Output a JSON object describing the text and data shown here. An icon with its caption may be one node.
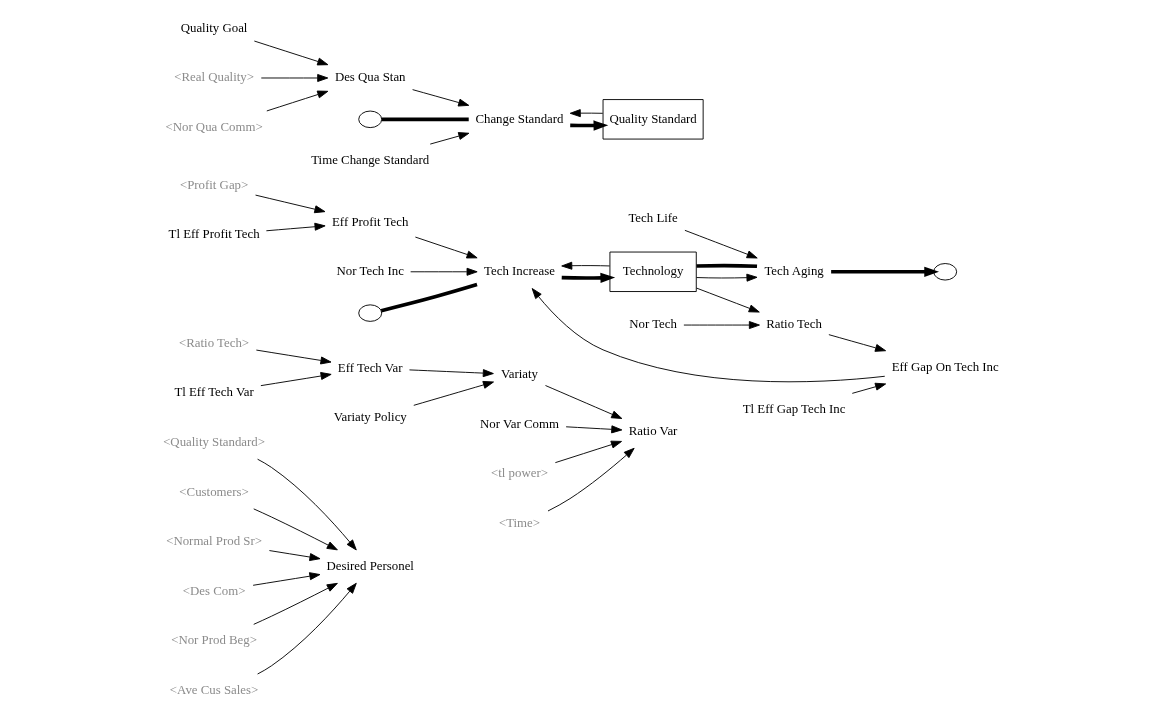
{
  "diagram": {
    "nodes": [
      {
        "text": [
          "<Quality Standard>"
        ]
      },
      {
        "text": [
          "<Customers>"
        ]
      },
      {
        "text": [
          "Desired Personel"
        ]
      },
      {
        "text": [
          "<Normal Prod Sr>"
        ]
      },
      {
        "text": [
          "<Des Com>"
        ]
      },
      {
        "text": [
          "<Nor Prod Beg>"
        ]
      },
      {
        "text": [
          "<Ave Cus Sales>"
        ]
      },
      {
        "text": [
          "<Ratio Tech>"
        ]
      },
      {
        "text": [
          "Eff Tech Var"
        ]
      },
      {
        "text": [
          "Variaty Policy"
        ]
      },
      {
        "text": [
          "Tl Eff Tech Var"
        ]
      },
      {
        "text": [
          "Variaty"
        ]
      },
      {
        "text": [
          "Nor Var Comm"
        ]
      },
      {
        "text": [
          "Ratio Var"
        ]
      },
      {
        "text": [
          "<tl power>"
        ]
      },
      {
        "text": [
          "<Time>"
        ]
      },
      {
        "text": [
          "<Profit Gap>"
        ]
      },
      {
        "text": [
          "Eff Profit Tech"
        ]
      },
      {
        "text": [
          "Tl Eff Profit Tech"
        ]
      },
      {
        "text": [
          "Tech Life"
        ]
      },
      {
        "text": [
          "Nor Tech Inc"
        ]
      },
      {
        "text": [],
        "shape": "cloud"
      },
      {
        "text": [
          "Tech Aging"
        ]
      },
      {
        "text": [
          "Technology"
        ]
      },
      {
        "text": [
          "Tech Increase"
        ]
      },
      {
        "text": [],
        "shape": "cloud"
      },
      {
        "text": [
          "Quality Goal"
        ]
      },
      {
        "text": [
          "<Real Quality>"
        ]
      },
      {
        "text": [
          "Des Qua Stan"
        ]
      },
      {
        "text": [
          "<Nor Qua Comm>"
        ]
      },
      {
        "text": [
          "Eff Gap On Tech Inc"
        ]
      },
      {
        "text": [
          "Ratio Tech"
        ]
      },
      {
        "text": [
          "Quality Standard"
        ]
      },
      {
        "text": [
          "Change Standard"
        ]
      },
      {
        "text": [],
        "shape": "cloud"
      },
      {
        "text": [
          "Tl Eff Gap Tech Inc"
        ]
      },
      {
        "text": [
          "Nor Tech"
        ]
      },
      {
        "text": [
          "Time Change Standard"
        ]
      }
    ],
    "edges": [
      {
        "from": 0,
        "to": 2,
        "arrow": "to"
      },
      {
        "from": 1,
        "to": 2,
        "arrow": "to"
      },
      {
        "from": 3,
        "to": 2,
        "arrow": "to"
      },
      {
        "from": 4,
        "to": 2,
        "arrow": "to"
      },
      {
        "from": 5,
        "to": 2,
        "arrow": "to"
      },
      {
        "from": 6,
        "to": 2,
        "arrow": "to"
      },
      {
        "from": 7,
        "to": 8,
        "arrow": "to"
      },
      {
        "from": 10,
        "to": 8,
        "arrow": "to"
      },
      {
        "from": 8,
        "to": 11,
        "arrow": "to"
      },
      {
        "from": 9,
        "to": 11,
        "arrow": "to"
      },
      {
        "from": 11,
        "to": 13,
        "arrow": "to"
      },
      {
        "from": 12,
        "to": 13,
        "arrow": "to"
      },
      {
        "from": 14,
        "to": 13,
        "arrow": "to"
      },
      {
        "from": 15,
        "to": 13,
        "arrow": "to"
      },
      {
        "from": 16,
        "to": 17,
        "arrow": "to"
      },
      {
        "from": 18,
        "to": 17,
        "arrow": "to"
      },
      {
        "from": 17,
        "to": 24,
        "arrow": "to"
      },
      {
        "from": 20,
        "to": 24,
        "arrow": "to"
      },
      {
        "from": 23,
        "to": 24,
        "arrow": "to"
      },
      {
        "from": 19,
        "to": 22,
        "arrow": "to"
      },
      {
        "from": 23,
        "to": 22,
        "arrow": "to"
      },
      {
        "from": 23,
        "to": 22,
        "arrow": "none",
        "style": "thick"
      },
      {
        "from": 22,
        "to": 21,
        "arrow": "to",
        "style": "thick"
      },
      {
        "from": 25,
        "to": 24,
        "arrow": "none",
        "style": "thick"
      },
      {
        "from": 24,
        "to": 23,
        "arrow": "to",
        "style": "thick"
      },
      {
        "from": 23,
        "to": 31,
        "arrow": "to"
      },
      {
        "from": 31,
        "to": 30,
        "arrow": "to"
      },
      {
        "from": 35,
        "to": 30,
        "arrow": "to"
      },
      {
        "from": 30,
        "to": 24,
        "arrow": "to"
      },
      {
        "from": 36,
        "to": 31,
        "arrow": "to"
      },
      {
        "from": 26,
        "to": 28,
        "arrow": "to"
      },
      {
        "from": 27,
        "to": 28,
        "arrow": "to"
      },
      {
        "from": 29,
        "to": 28,
        "arrow": "to"
      },
      {
        "from": 28,
        "to": 33,
        "arrow": "to"
      },
      {
        "from": 32,
        "to": 33,
        "arrow": "to"
      },
      {
        "from": 37,
        "to": 33,
        "arrow": "to"
      },
      {
        "from": 34,
        "to": 33,
        "arrow": "none",
        "style": "thick"
      },
      {
        "from": 33,
        "to": 32,
        "arrow": "to",
        "style": "thick"
      }
    ]
  }
}
